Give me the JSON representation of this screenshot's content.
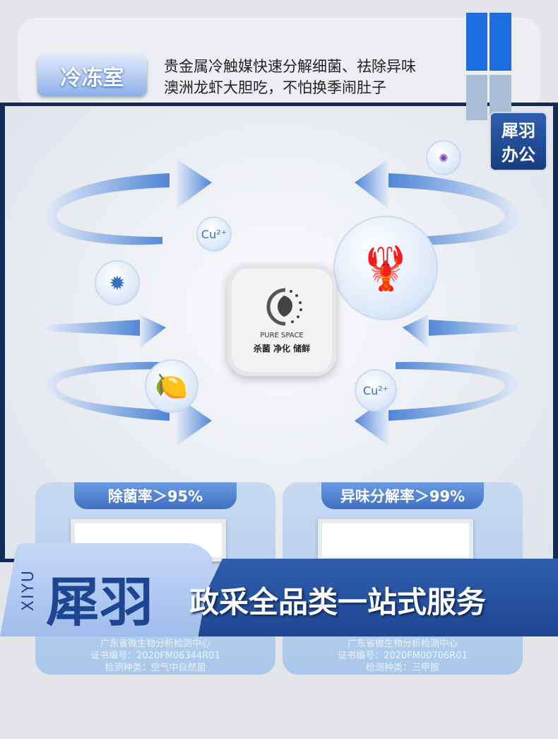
{
  "header": {
    "compartment": "冷冻室",
    "line1": "贵金属冷触媒快速分解细菌、祛除异味",
    "line2": "澳洲龙虾大胆吃，不怕换季闹肚子"
  },
  "badge": {
    "line1": "犀羽",
    "line2": "办公"
  },
  "center": {
    "brand": "PURE SPACE",
    "features": "杀菌 净化 储鲜"
  },
  "bubbles": {
    "ion1": "Cu²⁺",
    "ion2": "Cu²⁺"
  },
  "cards": [
    {
      "label": "除菌率＞95%",
      "org": "广东省微生物分析检测中心",
      "cert": "证书编号：2020FM06344R01",
      "type": "检测种类：空气中自然菌"
    },
    {
      "label": "异味分解率＞99%",
      "org": "广东省微生物分析检测中心",
      "cert": "证书编号：2020FM00706R01",
      "type": "检测种类：三甲胺"
    }
  ],
  "banner": {
    "latin": "XIYU",
    "brand": "犀羽",
    "slogan": "政采全品类一站式服务"
  },
  "colors": {
    "navy": "#0f2d56",
    "accent": "#1d4591",
    "arrow": "#5b8fd8"
  }
}
